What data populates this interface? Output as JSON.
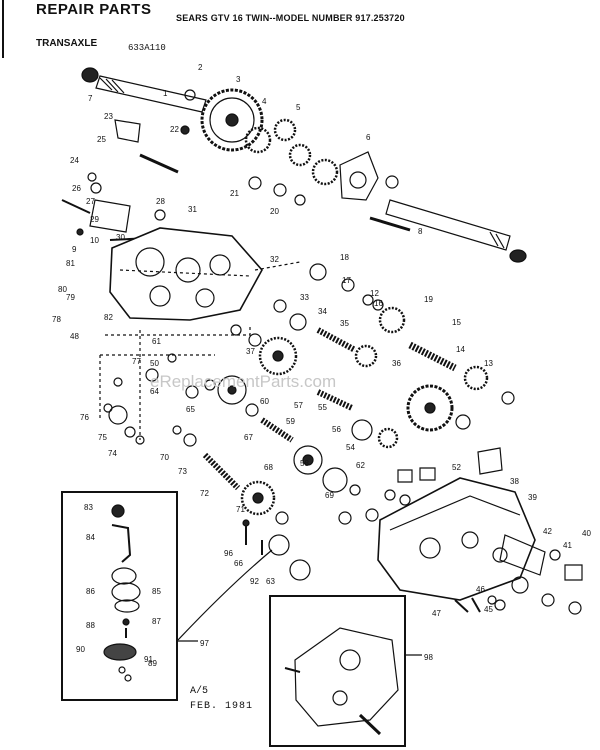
{
  "header": {
    "title": "REPAIR PARTS",
    "model": "SEARS GTV 16 TWIN--MODEL NUMBER 917.253720",
    "section": "TRANSAXLE",
    "code": "633A110"
  },
  "footer": {
    "line1": "A/5",
    "line2": "FEB. 1981"
  },
  "watermark": "eReplacementParts.com",
  "callouts": [
    "1",
    "2",
    "3",
    "4",
    "5",
    "6",
    "7",
    "8",
    "9",
    "10",
    "12",
    "13",
    "14",
    "15",
    "16",
    "17",
    "18",
    "19",
    "20",
    "21",
    "22",
    "23",
    "24",
    "25",
    "26",
    "27",
    "28",
    "29",
    "30",
    "31",
    "32",
    "33",
    "34",
    "35",
    "36",
    "37",
    "38",
    "39",
    "40",
    "41",
    "42",
    "45",
    "46",
    "47",
    "48",
    "50",
    "52",
    "54",
    "55",
    "56",
    "57",
    "58",
    "59",
    "60",
    "61",
    "62",
    "63",
    "64",
    "65",
    "66",
    "67",
    "68",
    "69",
    "70",
    "71",
    "72",
    "73",
    "74",
    "75",
    "76",
    "77",
    "78",
    "79",
    "80",
    "81",
    "82",
    "83",
    "84",
    "85",
    "86",
    "87",
    "88",
    "89",
    "90",
    "91",
    "92",
    "96",
    "97",
    "98"
  ]
}
